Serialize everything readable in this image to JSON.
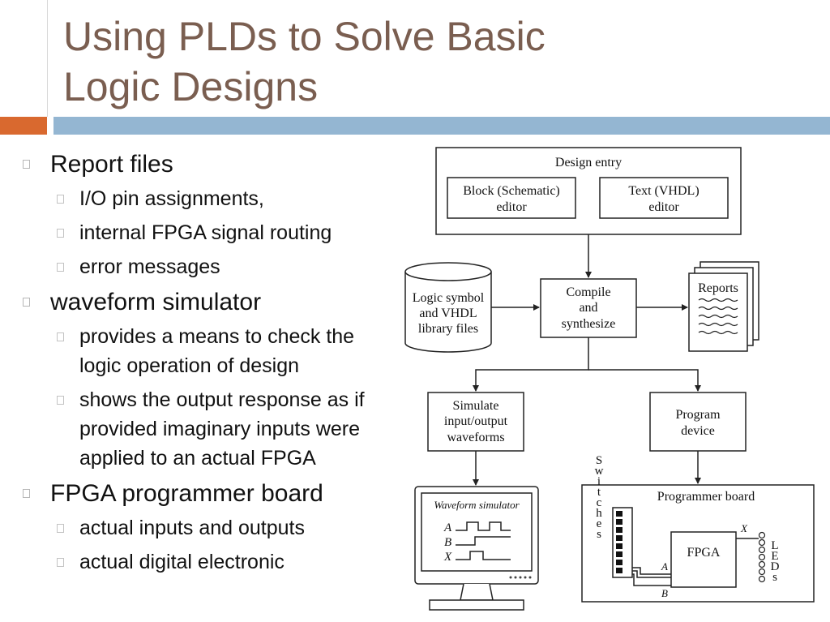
{
  "slide": {
    "title_line1": "Using PLDs to Solve Basic",
    "title_line2": "Logic Designs",
    "accent_colors": {
      "orange": "#d9692f",
      "blue": "#94b6d2",
      "title": "#7a5e50"
    }
  },
  "bullets": {
    "b1": "Report files",
    "b1_1": "I/O pin assignments,",
    "b1_2": "internal FPGA signal routing",
    "b1_3": "error messages",
    "b2": "waveform simulator",
    "b2_1": "provides a means to check the logic operation of design",
    "b2_2": "shows the output response as if provided imaginary inputs were applied to an actual FPGA",
    "b3": "FPGA programmer board",
    "b3_1": "actual inputs and outputs",
    "b3_2": "actual digital electronic"
  },
  "diagram": {
    "design_entry": "Design entry",
    "block_l1": "Block (Schematic)",
    "block_l2": "editor",
    "text_l1": "Text (VHDL)",
    "text_l2": "editor",
    "lib_l1": "Logic symbol",
    "lib_l2": "and VHDL",
    "lib_l3": "library files",
    "compile_l1": "Compile",
    "compile_l2": "and",
    "compile_l3": "synthesize",
    "reports": "Reports",
    "sim_l1": "Simulate",
    "sim_l2": "input/output",
    "sim_l3": "waveforms",
    "prog_l1": "Program",
    "prog_l2": "device",
    "wave_title": "Waveform simulator",
    "sig_a": "A",
    "sig_b": "B",
    "sig_x": "X",
    "board_title": "Programmer board",
    "switches": "Switches",
    "leds": "LEDs",
    "fpga": "FPGA",
    "pin_a": "A",
    "pin_b": "B",
    "pin_x": "X"
  }
}
